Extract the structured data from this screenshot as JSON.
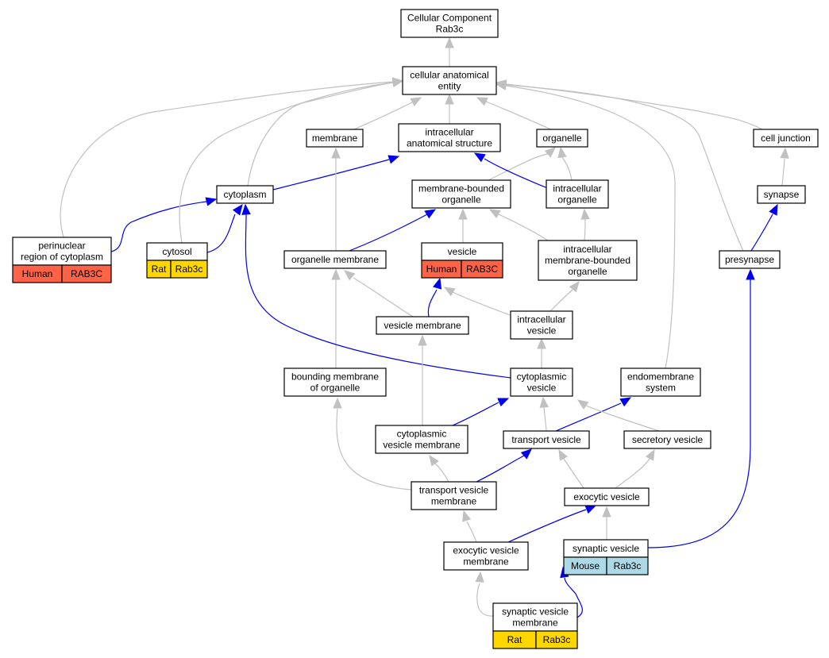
{
  "colors": {
    "grey_edge": "#c0c0c0",
    "blue_edge": "#0000ee",
    "human": "#ff6347",
    "rat": "#ffd700",
    "mouse": "#add8e6"
  },
  "nodes": {
    "root": {
      "lines": [
        "Cellular Component",
        "Rab3c"
      ]
    },
    "cae": {
      "lines": [
        "cellular anatomical",
        "entity"
      ]
    },
    "membrane": {
      "lines": [
        "membrane"
      ]
    },
    "ias": {
      "lines": [
        "intracellular",
        "anatomical structure"
      ]
    },
    "organelle": {
      "lines": [
        "organelle"
      ]
    },
    "celljunction": {
      "lines": [
        "cell junction"
      ]
    },
    "cytoplasm": {
      "lines": [
        "cytoplasm"
      ]
    },
    "mbo": {
      "lines": [
        "membrane-bounded",
        "organelle"
      ]
    },
    "io": {
      "lines": [
        "intracellular",
        "organelle"
      ]
    },
    "synapse": {
      "lines": [
        "synapse"
      ]
    },
    "perinuclear": {
      "lines": [
        "perinuclear",
        "region of cytoplasm"
      ],
      "species": "Human",
      "gene": "RAB3C"
    },
    "cytosol": {
      "lines": [
        "cytosol"
      ],
      "species": "Rat",
      "gene": "Rab3c"
    },
    "orgmem": {
      "lines": [
        "organelle membrane"
      ]
    },
    "vesicle": {
      "lines": [
        "vesicle"
      ],
      "species": "Human",
      "gene": "RAB3C"
    },
    "imbo": {
      "lines": [
        "intracellular",
        "membrane-bounded",
        "organelle"
      ]
    },
    "presynapse": {
      "lines": [
        "presynapse"
      ]
    },
    "vesmem": {
      "lines": [
        "vesicle membrane"
      ]
    },
    "iv": {
      "lines": [
        "intracellular",
        "vesicle"
      ]
    },
    "bmo": {
      "lines": [
        "bounding membrane",
        "of organelle"
      ]
    },
    "cv": {
      "lines": [
        "cytoplasmic",
        "vesicle"
      ]
    },
    "endo": {
      "lines": [
        "endomembrane",
        "system"
      ]
    },
    "cvm": {
      "lines": [
        "cytoplasmic",
        "vesicle membrane"
      ]
    },
    "tv": {
      "lines": [
        "transport vesicle"
      ]
    },
    "sv": {
      "lines": [
        "secretory vesicle"
      ]
    },
    "tvm": {
      "lines": [
        "transport vesicle",
        "membrane"
      ]
    },
    "ev": {
      "lines": [
        "exocytic vesicle"
      ]
    },
    "evm": {
      "lines": [
        "exocytic vesicle",
        "membrane"
      ]
    },
    "synves": {
      "lines": [
        "synaptic vesicle"
      ],
      "species": "Mouse",
      "gene": "Rab3c"
    },
    "svm": {
      "lines": [
        "synaptic vesicle",
        "membrane"
      ],
      "species": "Rat",
      "gene": "Rab3c"
    }
  },
  "edges": [
    {
      "from": "cae",
      "to": "root",
      "color": "grey"
    },
    {
      "from": "membrane",
      "to": "cae",
      "color": "grey"
    },
    {
      "from": "ias",
      "to": "cae",
      "color": "grey"
    },
    {
      "from": "organelle",
      "to": "cae",
      "color": "grey"
    },
    {
      "from": "celljunction",
      "to": "cae",
      "color": "grey"
    },
    {
      "from": "cytoplasm",
      "to": "cae",
      "color": "grey"
    },
    {
      "from": "cytoplasm",
      "to": "ias",
      "color": "blue"
    },
    {
      "from": "mbo",
      "to": "organelle",
      "color": "grey"
    },
    {
      "from": "io",
      "to": "organelle",
      "color": "grey"
    },
    {
      "from": "io",
      "to": "ias",
      "color": "blue"
    },
    {
      "from": "synapse",
      "to": "celljunction",
      "color": "grey"
    },
    {
      "from": "perinuclear",
      "to": "cae",
      "color": "grey"
    },
    {
      "from": "perinuclear",
      "to": "cytoplasm",
      "color": "blue"
    },
    {
      "from": "cytosol",
      "to": "cae",
      "color": "grey"
    },
    {
      "from": "cytosol",
      "to": "cytoplasm",
      "color": "blue"
    },
    {
      "from": "orgmem",
      "to": "membrane",
      "color": "grey"
    },
    {
      "from": "orgmem",
      "to": "mbo",
      "color": "blue"
    },
    {
      "from": "vesicle",
      "to": "mbo",
      "color": "grey"
    },
    {
      "from": "imbo",
      "to": "mbo",
      "color": "grey"
    },
    {
      "from": "imbo",
      "to": "io",
      "color": "grey"
    },
    {
      "from": "presynapse",
      "to": "cae",
      "color": "grey"
    },
    {
      "from": "presynapse",
      "to": "synapse",
      "color": "blue"
    },
    {
      "from": "vesmem",
      "to": "orgmem",
      "color": "grey"
    },
    {
      "from": "vesmem",
      "to": "vesicle",
      "color": "blue"
    },
    {
      "from": "iv",
      "to": "vesicle",
      "color": "grey"
    },
    {
      "from": "iv",
      "to": "imbo",
      "color": "grey"
    },
    {
      "from": "bmo",
      "to": "orgmem",
      "color": "grey"
    },
    {
      "from": "cv",
      "to": "iv",
      "color": "grey"
    },
    {
      "from": "cv",
      "to": "cytoplasm",
      "color": "blue"
    },
    {
      "from": "endo",
      "to": "cae",
      "color": "grey"
    },
    {
      "from": "cvm",
      "to": "vesmem",
      "color": "grey"
    },
    {
      "from": "cvm",
      "to": "cv",
      "color": "blue"
    },
    {
      "from": "tv",
      "to": "cv",
      "color": "grey"
    },
    {
      "from": "tv",
      "to": "endo",
      "color": "blue"
    },
    {
      "from": "sv",
      "to": "cv",
      "color": "grey"
    },
    {
      "from": "tvm",
      "to": "cvm",
      "color": "grey"
    },
    {
      "from": "tvm",
      "to": "bmo",
      "color": "grey"
    },
    {
      "from": "tvm",
      "to": "tv",
      "color": "blue"
    },
    {
      "from": "ev",
      "to": "tv",
      "color": "grey"
    },
    {
      "from": "ev",
      "to": "sv",
      "color": "grey"
    },
    {
      "from": "evm",
      "to": "tvm",
      "color": "grey"
    },
    {
      "from": "evm",
      "to": "ev",
      "color": "blue"
    },
    {
      "from": "synves",
      "to": "ev",
      "color": "grey"
    },
    {
      "from": "synves",
      "to": "presynapse",
      "color": "blue"
    },
    {
      "from": "svm",
      "to": "evm",
      "color": "grey"
    },
    {
      "from": "svm",
      "to": "synves",
      "color": "blue"
    }
  ]
}
